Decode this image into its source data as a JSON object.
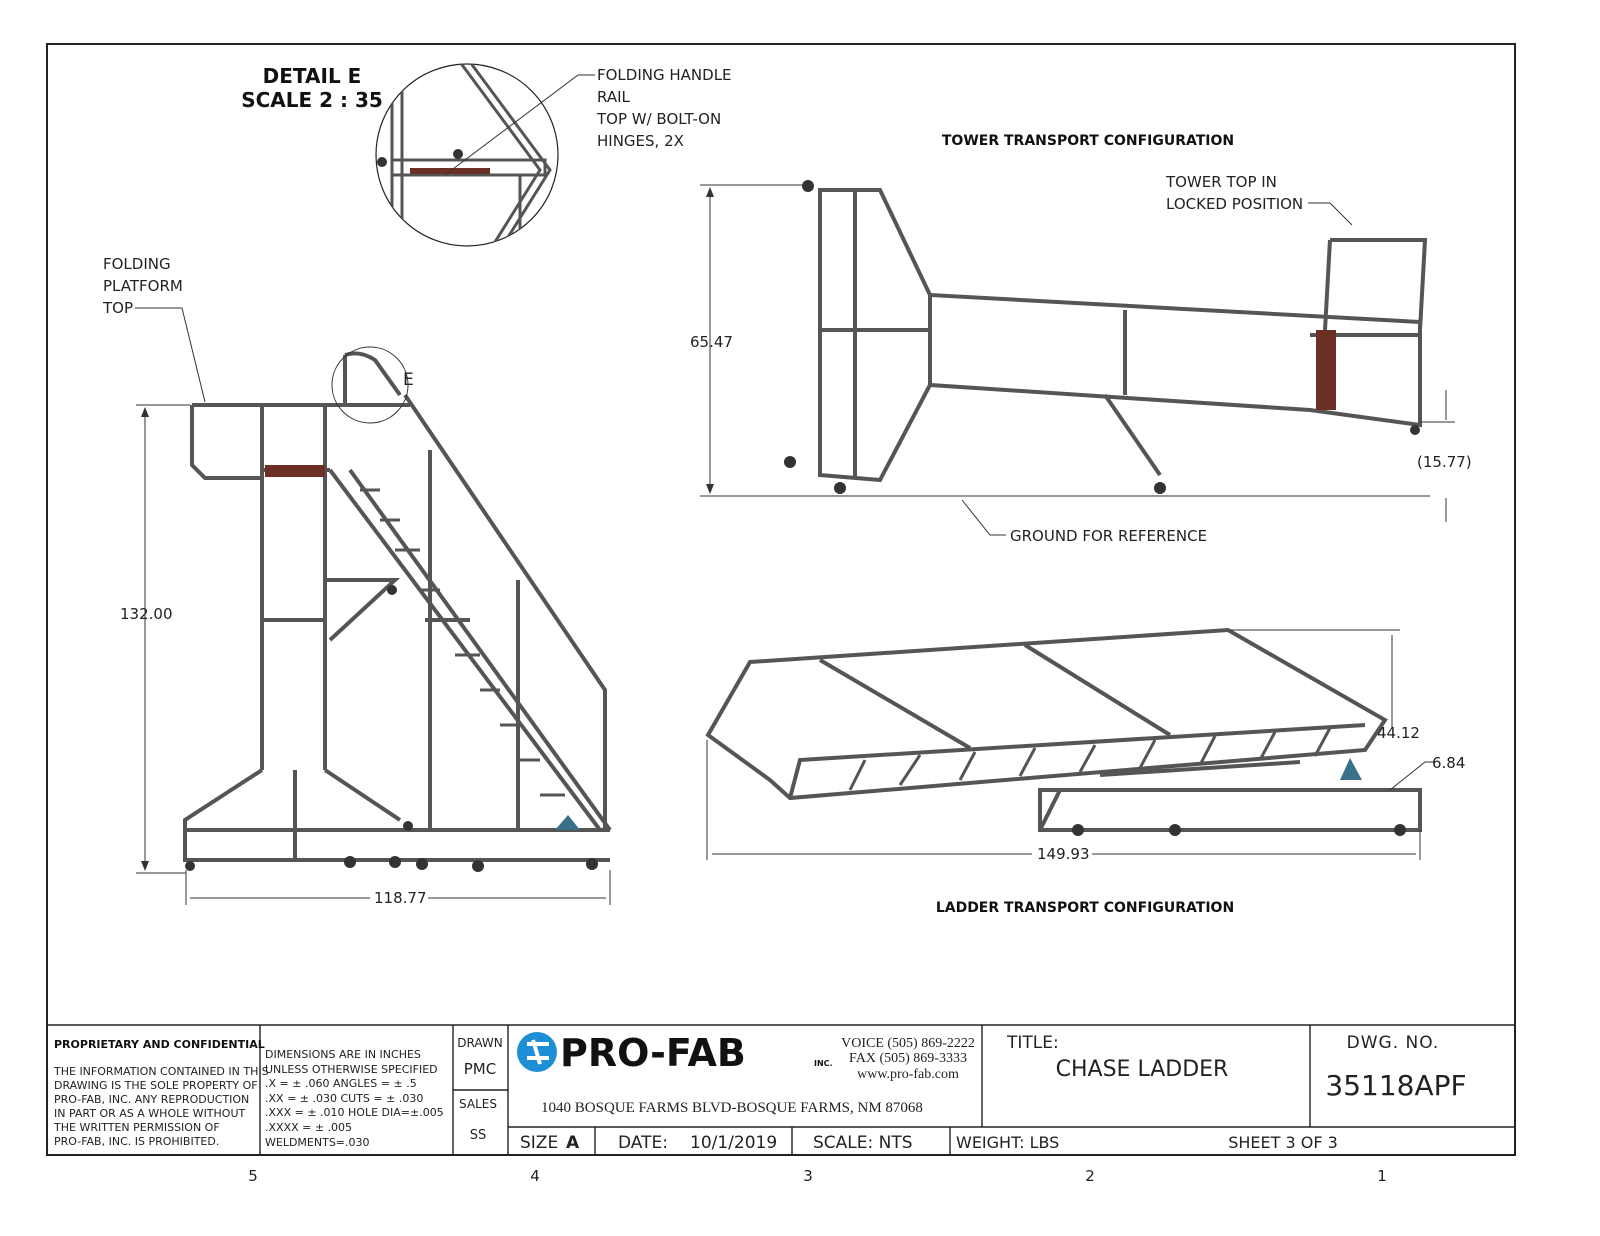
{
  "detail": {
    "title": "DETAIL E",
    "scale": "SCALE 2 : 35",
    "marker": "E"
  },
  "callouts": {
    "folding_handle": [
      "FOLDING HANDLE",
      "RAIL",
      "TOP W/ BOLT-ON",
      "HINGES, 2X"
    ],
    "folding_platform": [
      "FOLDING",
      "PLATFORM",
      "TOP"
    ],
    "tower_top": [
      "TOWER TOP IN",
      "LOCKED POSITION"
    ],
    "ground": "GROUND FOR REFERENCE"
  },
  "views": {
    "tower_transport": "TOWER TRANSPORT CONFIGURATION",
    "ladder_transport": "LADDER TRANSPORT CONFIGURATION"
  },
  "dimensions": {
    "ladder_height": "132.00",
    "ladder_width": "118.77",
    "tower_height": "65.47",
    "tower_offset": "(15.77)",
    "ladder_transport_height": "44.12",
    "ladder_transport_offset": "6.84",
    "ladder_transport_length": "149.93"
  },
  "title_block": {
    "proprietary_heading": "PROPRIETARY AND CONFIDENTIAL",
    "proprietary_lines": [
      "THE INFORMATION CONTAINED IN THIS",
      "DRAWING IS THE SOLE PROPERTY OF",
      "PRO-FAB, INC.  ANY REPRODUCTION",
      "IN PART OR AS A WHOLE WITHOUT",
      "THE WRITTEN PERMISSION OF",
      "PRO-FAB, INC. IS PROHIBITED."
    ],
    "tolerance_lines": [
      "DIMENSIONS ARE IN INCHES",
      "UNLESS OTHERWISE SPECIFIED",
      ".X = ± .060      ANGLES = ± .5",
      ".XX = ± .030     CUTS = ± .030",
      ".XXX = ± .010   HOLE DIA=±.005",
      ".XXXX = ± .005",
      "WELDMENTS=.030"
    ],
    "drawn_label": "DRAWN",
    "drawn_value": "PMC",
    "sales_label": "SALES",
    "sales_value": "SS",
    "company": "PRO-FAB",
    "company_suffix": "INC.",
    "voice": "VOICE (505) 869-2222",
    "fax": "FAX (505) 869-3333",
    "web": "www.pro-fab.com",
    "address": "1040 BOSQUE FARMS BLVD-BOSQUE FARMS, NM 87068",
    "title_label": "TITLE:",
    "title_value": "CHASE LADDER",
    "dwg_label": "DWG.  NO.",
    "dwg_value": "35118APF",
    "size_label": "SIZE",
    "size_value": "A",
    "date_label": "DATE:",
    "date_value": "10/1/2019",
    "scale": "SCALE: NTS",
    "weight": "WEIGHT:  LBS",
    "sheet": "SHEET 3 OF 3"
  },
  "zones": [
    "5",
    "4",
    "3",
    "2",
    "1"
  ],
  "colors": {
    "logo_blue": "#1e8fd6",
    "accent_red": "#6b2f25"
  }
}
